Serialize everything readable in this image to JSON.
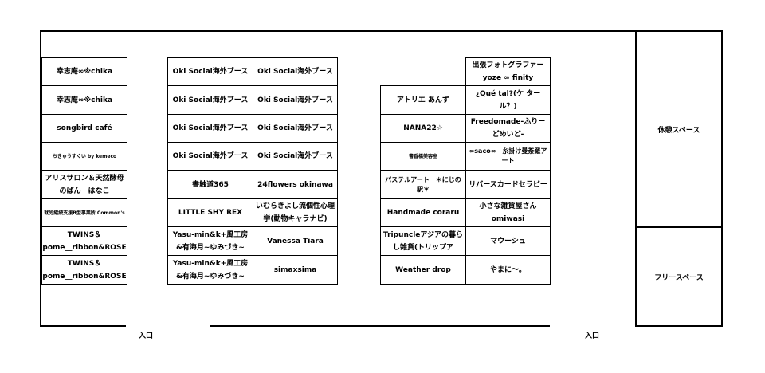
{
  "col1": [
    "幸志庵∞※chika",
    "幸志庵∞※chika",
    "songbird café",
    "ちきゅうすくい by kemeco",
    "アリスサロン＆天然酵母のぱん　はなこ",
    "就労継続支援B型事業所 Common's",
    "TWINS＆pome__ribbon&ROSE",
    "TWINS＆pome__ribbon&ROSE"
  ],
  "col2": [
    "Oki Social海外ブース",
    "Oki Social海外ブース",
    "Oki Social海外ブース",
    "Oki Social海外ブース",
    "書触道365",
    "LITTLE SHY REX",
    "Yasu-min&k+風工房&有海月~ゆみづき~",
    "Yasu-min&k+風工房&有海月~ゆみづき~"
  ],
  "col3": [
    "Oki Social海外ブース",
    "Oki Social海外ブース",
    "Oki Social海外ブース",
    "Oki Social海外ブース",
    "24flowers okinawa",
    "いむらきよし流個性心理学(動物キャラナビ)",
    "Vanessa Tiara",
    "simaxsima"
  ],
  "col4": [
    "アトリエ あんず",
    "NANA22☆",
    "書香橋美容室",
    "パステルアート　＊にじの駅＊",
    "Handmade coraru",
    "Tripuncleアジアの暮らし雑貨(トリップア",
    "Weather drop"
  ],
  "col5": [
    "出張フォトグラファー yoze ∞ finity",
    "¿Qué tal?(ケ ター ル？)",
    "Freedomade-ふりーどめいど-",
    "∞saco∞　糸掛け曼荼羅アート",
    "リバースカードセラピー",
    "小さな雑貨屋さん omiwasi",
    "マウーシュ",
    "やまに〜。"
  ],
  "areas": {
    "rest": "休憩スペース",
    "free": "フリースペース"
  },
  "entrances": [
    "入口",
    "入口"
  ]
}
